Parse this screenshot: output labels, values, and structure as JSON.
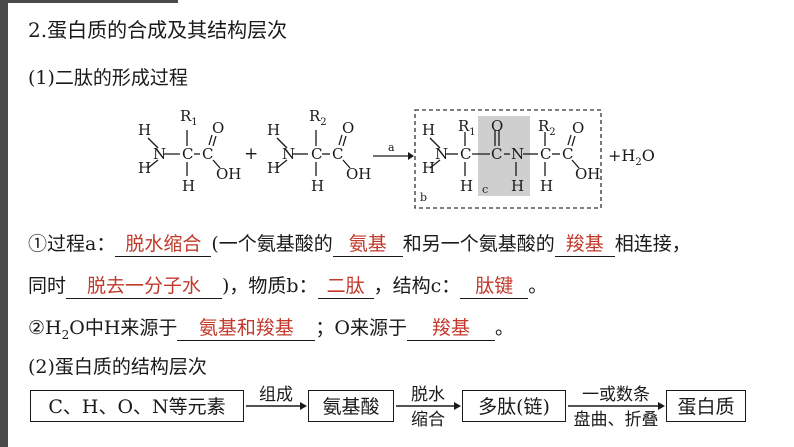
{
  "heading": "2.蛋白质的合成及其结构层次",
  "sub1": "(1)二肽的形成过程",
  "reaction": {
    "aa1": {
      "R": "R",
      "R_sub": "1",
      "H": "H",
      "N": "N",
      "C": "C",
      "O": "O",
      "OH": "OH"
    },
    "aa2": {
      "R": "R",
      "R_sub": "2",
      "H": "H",
      "N": "N",
      "C": "C",
      "O": "O",
      "OH": "OH"
    },
    "plus": "+",
    "arrow_label": "a",
    "product_label_b": "b",
    "product_label_c": "c",
    "water": "+H",
    "water_sub": "2",
    "water_tail": "O"
  },
  "line1": {
    "prefix": "①过程a：",
    "ans1": "脱水缩合",
    "mid1": "(一个氨基酸的",
    "ans2": "氨基",
    "mid2": "和另一个氨基酸的",
    "ans3": "羧基",
    "suffix": "相连接，"
  },
  "line2": {
    "prefix": "同时",
    "ans1": "脱去一分子水",
    "mid1": ")，物质b：",
    "ans2": "二肽",
    "mid2": "，结构c：",
    "ans3": "肽键",
    "suffix": "。"
  },
  "line3": {
    "prefix": "②H",
    "sub": "2",
    "mid0": "O中H来源于",
    "ans1": "氨基和羧基",
    "mid1": "；O来源于",
    "ans2": "羧基",
    "suffix": "。"
  },
  "sub2": "(2)蛋白质的结构层次",
  "flow": {
    "box1": "C、H、O、N等元素",
    "arrow1": "组成",
    "box2": "氨基酸",
    "arrow2_top": "脱水",
    "arrow2_bottom": "缩合",
    "box3": "多肽(链)",
    "arrow3_top": "一或数条",
    "arrow3_bottom": "盘曲、折叠",
    "box4": "蛋白质"
  },
  "colors": {
    "answer": "#c0392b",
    "bar": "#4a4a4a",
    "highlight": "#cfcfcf"
  }
}
